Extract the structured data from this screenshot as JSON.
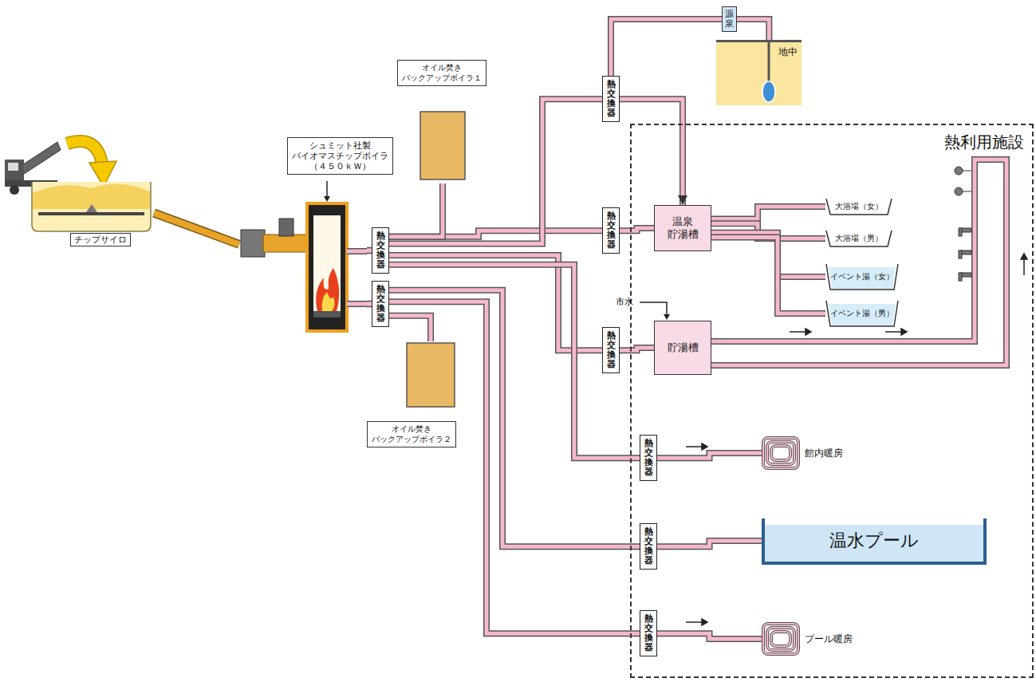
{
  "diagram": {
    "nodes": [
      {
        "text": [
          "チップサイロ"
        ]
      },
      {
        "text": [
          "シュミット社製 バイオマスチップボイラ （４５０ｋＷ）"
        ]
      },
      {
        "text": [
          "オイル焚き バックアップボイラ１"
        ]
      },
      {
        "text": [
          "源泉"
        ]
      },
      {
        "text": [
          "地中"
        ]
      },
      {
        "text": [
          "熱交換器"
        ]
      },
      {
        "text": [
          "熱交換器"
        ]
      },
      {
        "text": [
          "熱交換器"
        ]
      },
      {
        "text": [
          "熱利用施設"
        ]
      },
      {
        "text": [
          "熱交換器"
        ]
      },
      {
        "text": [
          "温泉 貯湯槽"
        ],
        "in": 8
      },
      {
        "text": [
          "大浴場（女）"
        ],
        "in": 8
      },
      {
        "text": [
          "大浴場（男）"
        ],
        "in": 8
      },
      {
        "text": [
          "イベント湯（女）"
        ],
        "in": 8
      },
      {
        "text": [
          "イベント湯（男）"
        ],
        "in": 8
      },
      {
        "text": [
          "熱交換器"
        ]
      },
      {
        "text": [
          "貯湯槽"
        ],
        "in": 8
      },
      {
        "text": [
          "オイル焚き バックアップボイラ２"
        ]
      },
      {
        "text": [
          "熱交換器"
        ],
        "in": 8
      },
      {
        "text": [
          "館内暖房"
        ],
        "in": 8
      },
      {
        "text": [
          "熱交換器"
        ],
        "in": 8
      },
      {
        "text": [
          "温水プール"
        ],
        "in": 8
      },
      {
        "text": [
          "熱交換器"
        ],
        "in": 8
      },
      {
        "text": [
          "プール暖房"
        ],
        "in": 8
      }
    ],
    "edges": [
      {
        "from": 0,
        "to": 1,
        "arrow": "none"
      },
      {
        "from": 1,
        "to": 6,
        "arrow": "none"
      },
      {
        "from": 1,
        "to": 7,
        "arrow": "none"
      },
      {
        "from": 6,
        "to": 9,
        "arrow": "none"
      },
      {
        "from": 6,
        "to": 2,
        "arrow": "none"
      },
      {
        "from": 6,
        "to": 5,
        "arrow": "none"
      },
      {
        "from": 6,
        "to": 15,
        "arrow": "none"
      },
      {
        "from": 6,
        "to": 18,
        "arrow": "none"
      },
      {
        "from": 4,
        "to": 3,
        "arrow": "none"
      },
      {
        "from": 3,
        "to": 5,
        "arrow": "none"
      },
      {
        "from": 5,
        "to": 10,
        "arrow": "to"
      },
      {
        "from": 9,
        "to": 10,
        "arrow": "none"
      },
      {
        "from": 10,
        "to": 11,
        "arrow": "none"
      },
      {
        "from": 10,
        "to": 12,
        "arrow": "none"
      },
      {
        "from": 10,
        "to": 13,
        "arrow": "none"
      },
      {
        "from": 10,
        "to": 14,
        "arrow": "none"
      },
      {
        "from": 15,
        "to": 16,
        "arrow": "none"
      },
      {
        "from": 7,
        "to": 17,
        "arrow": "none"
      },
      {
        "from": 7,
        "to": 20,
        "arrow": "none"
      },
      {
        "from": 7,
        "to": 22,
        "arrow": "none"
      },
      {
        "from": 18,
        "to": 19,
        "arrow": "none"
      },
      {
        "from": 20,
        "to": 21,
        "arrow": "none"
      },
      {
        "from": 22,
        "to": 23,
        "arrow": "none"
      }
    ],
    "labels": [
      "市水"
    ]
  }
}
